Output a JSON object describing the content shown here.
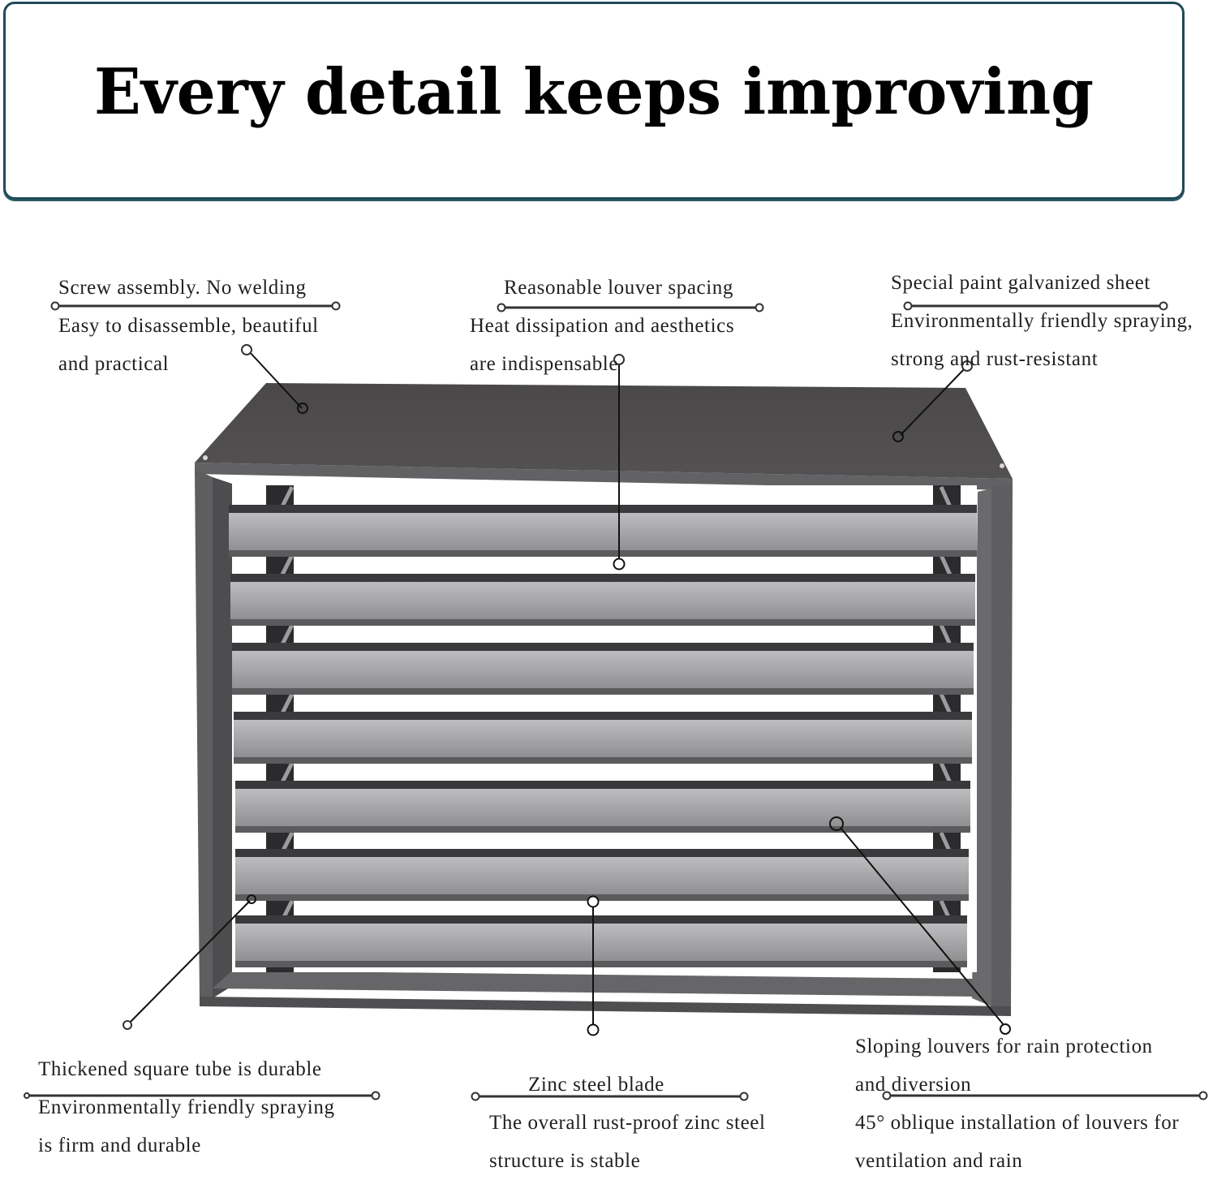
{
  "header": {
    "title": "Every detail keeps improving",
    "border_color": "#1f4a55"
  },
  "product": {
    "name": "louvered air-conditioner outdoor unit cover",
    "frame_color": "#5a5a5c",
    "top_color": "#4e4c4d",
    "blade_color": "#9a9a9c",
    "louver_count": 7
  },
  "callouts": {
    "top_left": {
      "heading": "Screw assembly. No welding",
      "line1": "Easy to disassemble, beautiful",
      "line2": "and practical"
    },
    "top_center": {
      "heading": "Reasonable louver spacing",
      "line1": "Heat dissipation and aesthetics",
      "line2": "are indispensable"
    },
    "top_right": {
      "heading": "Special paint galvanized sheet",
      "line1": "Environmentally friendly spraying,",
      "line2": "strong and rust-resistant"
    },
    "bottom_left": {
      "heading": "Thickened square tube is durable",
      "line1": "Environmentally friendly spraying",
      "line2": " is firm and durable"
    },
    "bottom_center": {
      "heading": "Zinc steel blade",
      "line1": "The overall rust-proof zinc steel",
      "line2": "structure is stable"
    },
    "bottom_right": {
      "heading1": "Sloping louvers for rain protection",
      "heading2": " and diversion",
      "line1": "45° oblique installation of louvers for",
      "line2": "ventilation and rain"
    }
  }
}
